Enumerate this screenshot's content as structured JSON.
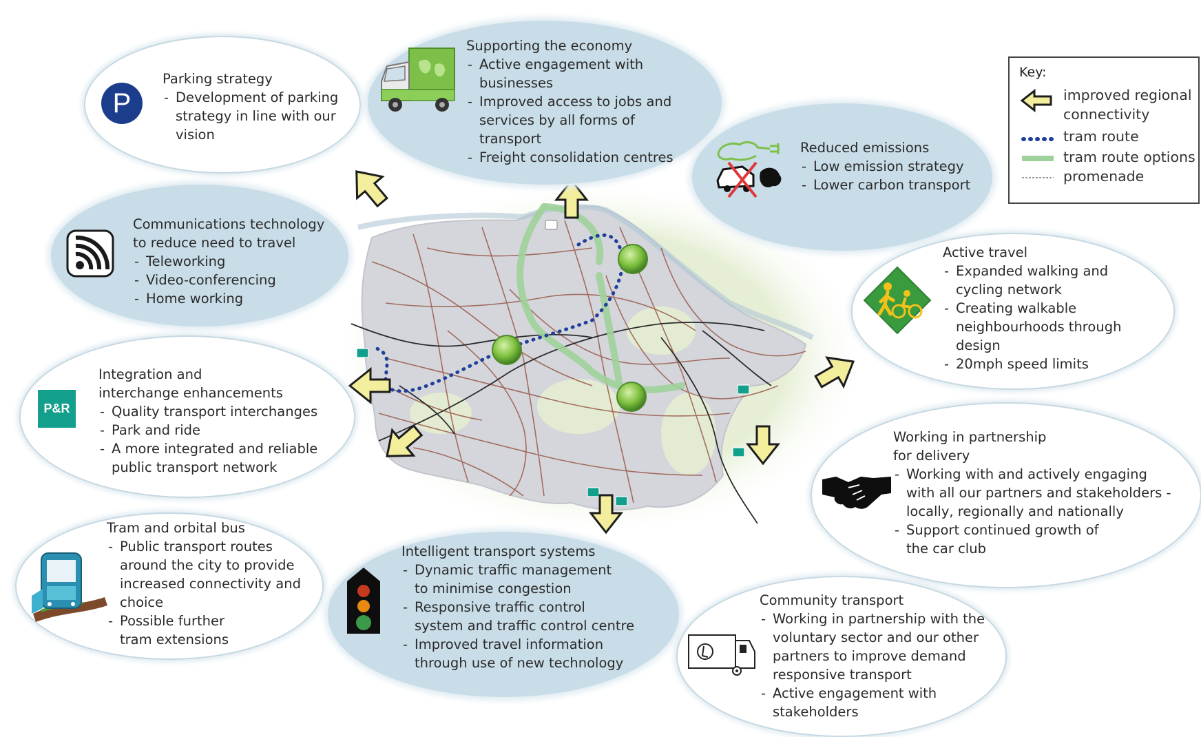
{
  "key": {
    "heading": "Key:",
    "items": [
      {
        "label": "improved regional connectivity",
        "symbol": "outline-arrow-icon"
      },
      {
        "label": "tram route",
        "symbol": "blue-dotted-line",
        "color": "#1f3f9a"
      },
      {
        "label": "tram route options",
        "symbol": "green-line",
        "color": "#9fd29a"
      },
      {
        "label": "promenade",
        "symbol": "dashed-line"
      }
    ]
  },
  "bubbles": {
    "parking": {
      "title": "Parking strategy",
      "points": [
        "Development of parking strategy in line with our vision"
      ],
      "icon": "parking-icon",
      "icon_text": "P"
    },
    "economy": {
      "title": "Supporting the economy",
      "points": [
        "Active engagement with businesses",
        "Improved access to jobs and services by all forms of transport",
        "Freight consolidation centres"
      ],
      "icon": "green-truck-icon"
    },
    "emissions": {
      "title": "Reduced emissions",
      "points": [
        "Low emission strategy",
        "Lower carbon transport"
      ],
      "icon": "electric-car-icon"
    },
    "communications": {
      "title": "Communications technology to reduce need to travel",
      "points": [
        "Teleworking",
        "Video-conferencing",
        "Home working"
      ],
      "icon": "wifi-icon"
    },
    "active_travel": {
      "title": "Active travel",
      "points": [
        "Expanded walking and cycling network",
        "Creating walkable neighbourhoods through design",
        "20mph speed limits"
      ],
      "icon": "walking-cycling-sign-icon"
    },
    "integration": {
      "title": "Integration and interchange enhancements",
      "points": [
        "Quality transport interchanges",
        "Park and ride",
        "A more integrated and reliable public transport network"
      ],
      "icon": "park-and-ride-icon",
      "icon_text": "P&R"
    },
    "partnership": {
      "title": "Working in partnership for delivery",
      "points": [
        "Working with and actively engaging with all our partners and stakeholders - locally, regionally and nationally",
        "Support continued growth of the car club"
      ],
      "icon": "handshake-icon"
    },
    "tram_bus": {
      "title": "Tram and orbital bus",
      "points": [
        "Public transport routes around the city to provide increased connectivity and choice",
        "Possible further tram extensions"
      ],
      "icon": "tram-icon"
    },
    "its": {
      "title": "Intelligent transport systems",
      "points": [
        "Dynamic traffic management to minimise congestion",
        "Responsive traffic control system and traffic control centre",
        "Improved travel information through use of new technology"
      ],
      "icon": "traffic-light-icon"
    },
    "community": {
      "title": "Community transport",
      "points": [
        "Working in partnership with the voluntary sector and our other partners to improve demand responsive transport",
        "Active engagement with stakeholders"
      ],
      "icon": "accessible-bus-icon"
    }
  },
  "colors": {
    "bubble_blue": "#c9dde8",
    "arrow_fill": "#f3ee9c",
    "tram_route": "#1f3f9a",
    "tram_options": "#9fd29a",
    "land": "#d4d6dc",
    "coast": "#dde8c8",
    "roads": "#9a5a4a",
    "park_and_ride": "#12a08c"
  }
}
